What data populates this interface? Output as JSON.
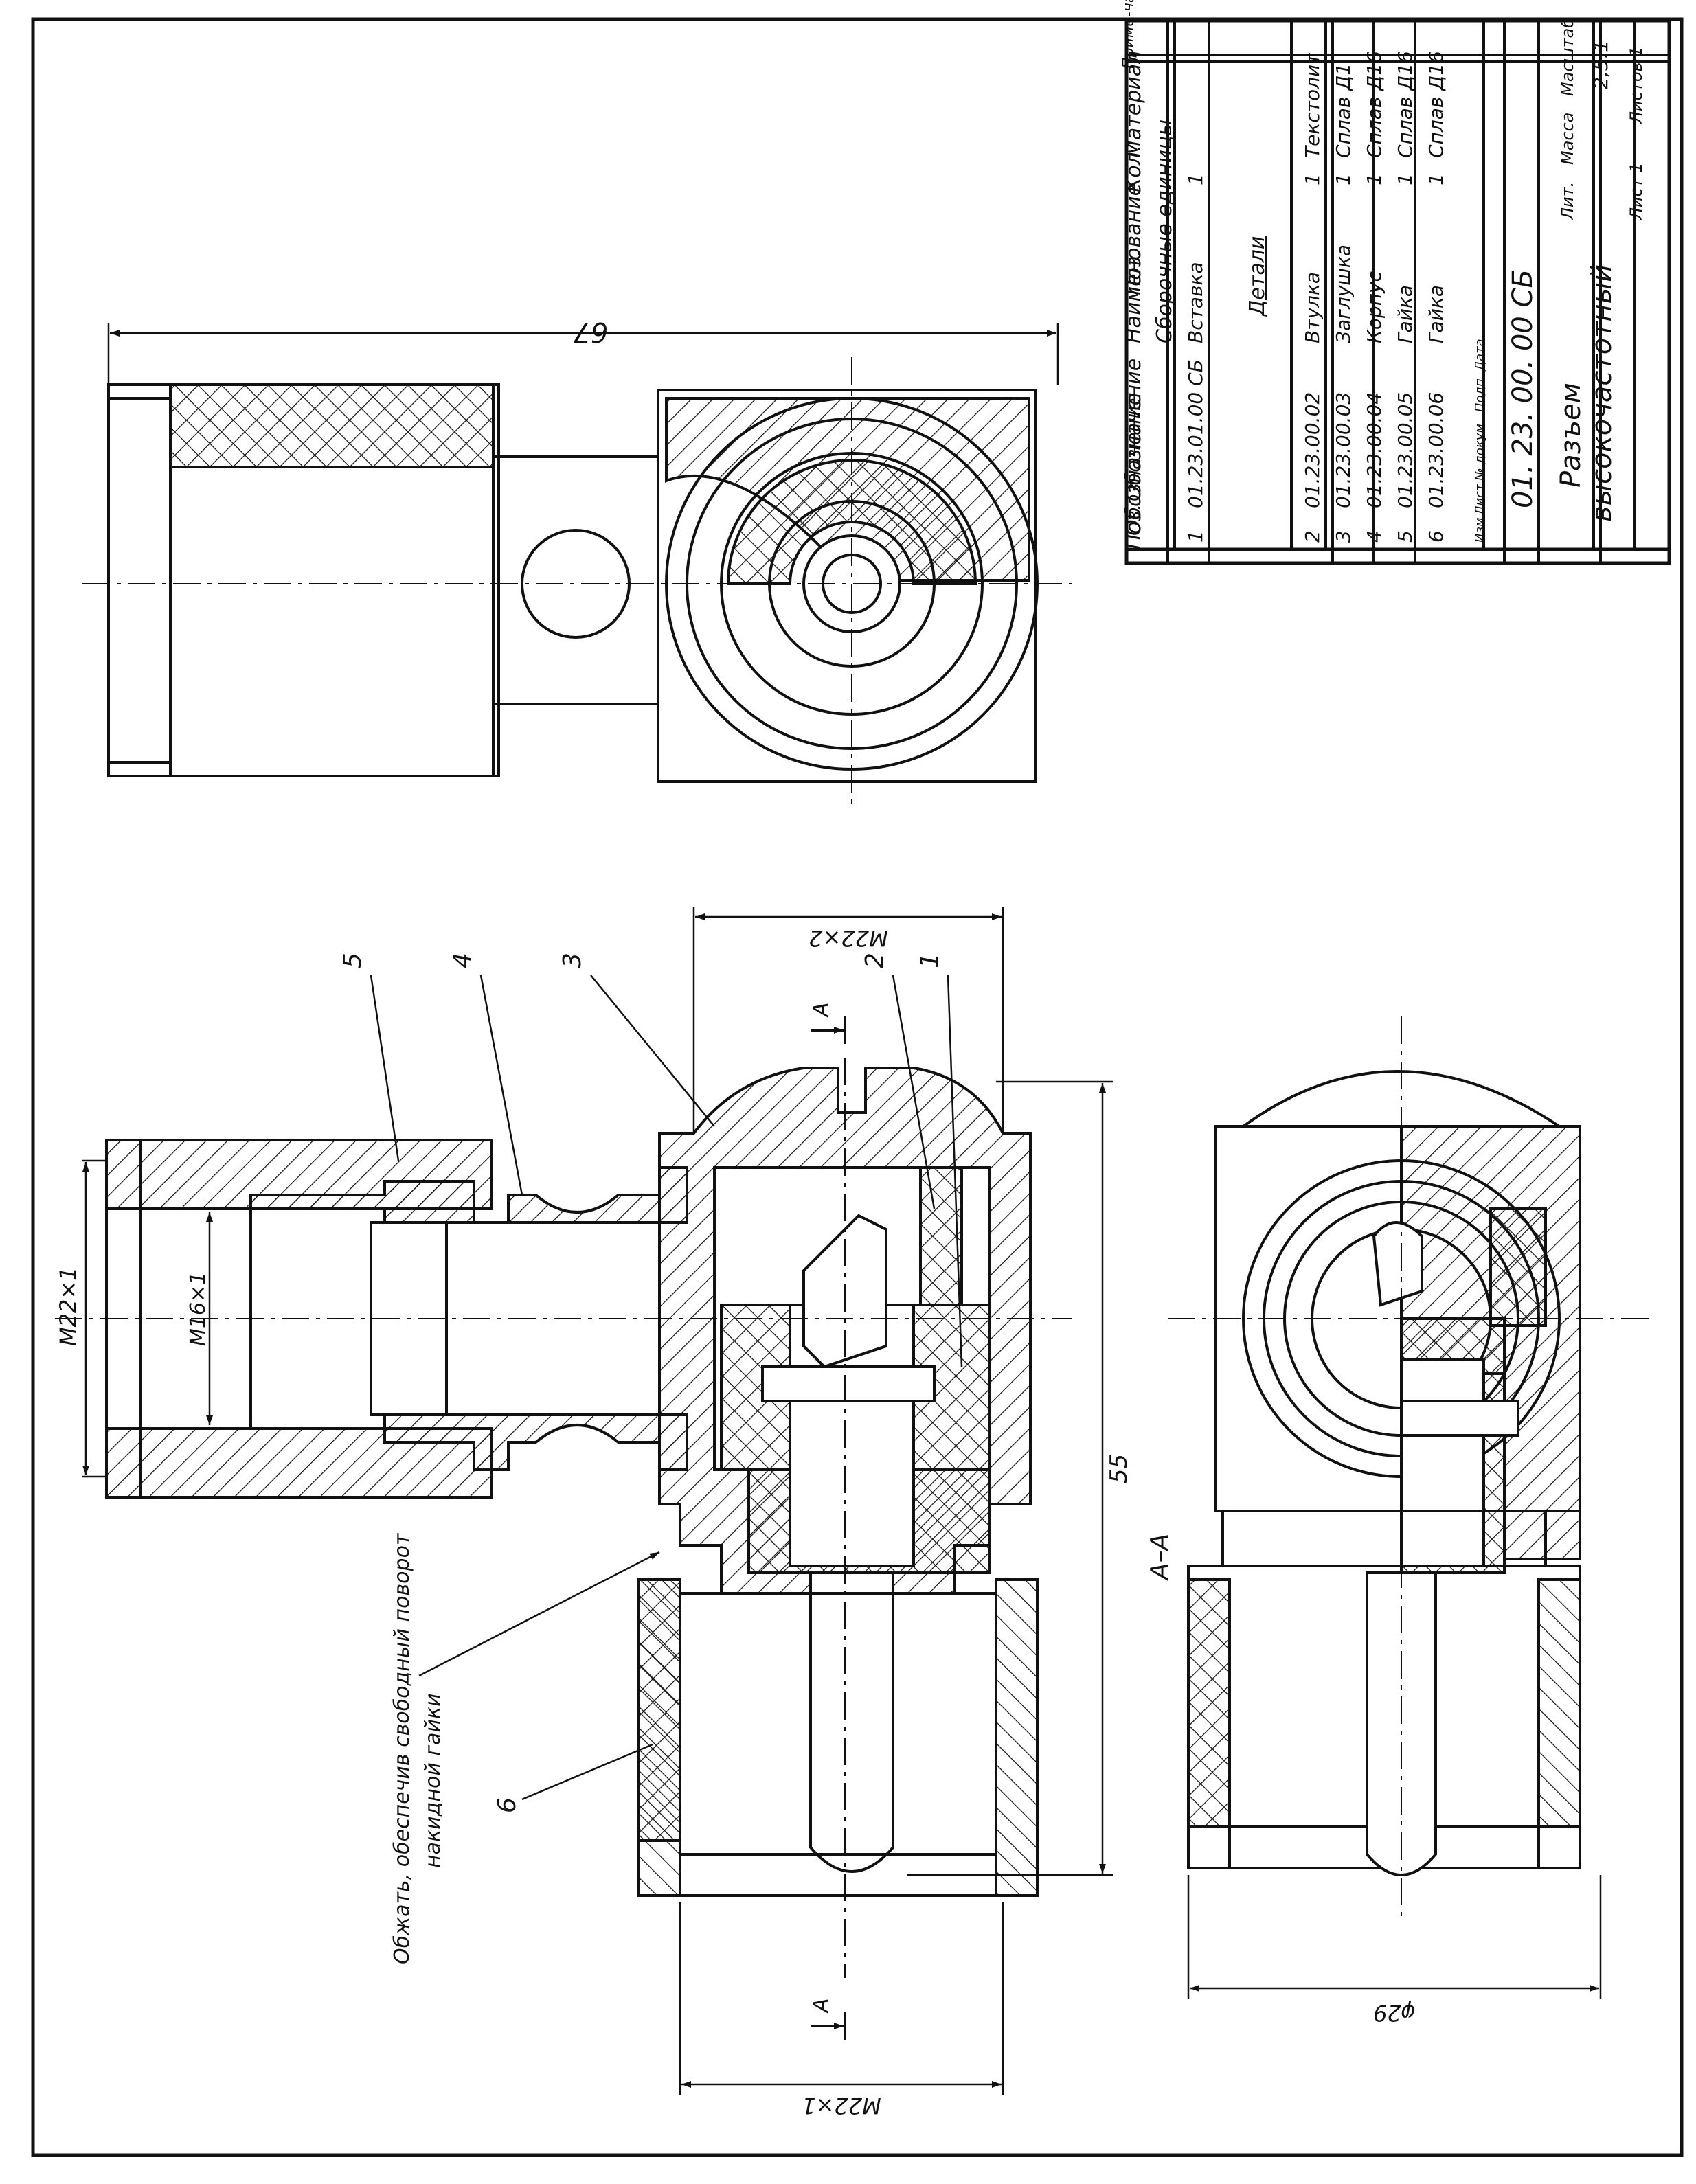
{
  "title_block": {
    "designation": "01. 23. 00. 00 СБ",
    "name_line1": "Разъем",
    "name_line2": "высокочастотный",
    "scale": "2,5:1",
    "sheet": "Лист 1",
    "sheets": "Листов 1",
    "hdr_lit": "Лит.",
    "hdr_mass": "Масса",
    "hdr_scale": "Масштаб",
    "stamp_cols": [
      "Изм",
      "Лист",
      "№ докум.",
      "Подп.",
      "Дата"
    ]
  },
  "spec": {
    "headers": [
      "Поз.",
      "Обозначение",
      "Наименование",
      "Кол.",
      "Материал",
      "Приме-чание"
    ],
    "section_assembly": "Сборочные единицы",
    "section_parts": "Детали",
    "assembly": [
      {
        "pos": "1",
        "code": "01.23.01.00 СБ",
        "name": "Вставка",
        "qty": "1",
        "material": ""
      }
    ],
    "parts": [
      {
        "pos": "2",
        "code": "01.23.00.02",
        "name": "Втулка",
        "qty": "1",
        "material": "Текстолит"
      },
      {
        "pos": "3",
        "code": "01.23.00.03",
        "name": "Заглушка",
        "qty": "1",
        "material": "Сплав Д1"
      },
      {
        "pos": "4",
        "code": "01.23.00.04",
        "name": "Корпус",
        "qty": "1",
        "material": "Сплав Д16"
      },
      {
        "pos": "5",
        "code": "01.23.00.05",
        "name": "Гайка",
        "qty": "1",
        "material": "Сплав Д16"
      },
      {
        "pos": "6",
        "code": "01.23.00.06",
        "name": "Гайка",
        "qty": "1",
        "material": "Сплав Д16"
      }
    ]
  },
  "dimensions": {
    "d67": "67",
    "d55": "55",
    "m22x2": "M22×2",
    "m22x1_left": "M22×1",
    "m16x1": "M16×1",
    "m22x1_bottom": "M22×1",
    "phi29": "φ29"
  },
  "callouts": [
    "1",
    "2",
    "3",
    "4",
    "5",
    "6"
  ],
  "section": {
    "label": "A–A",
    "marker": "A"
  },
  "note": {
    "line1": "Обжать, обеспечив свободный поворот",
    "line2": "накидной гайки"
  }
}
